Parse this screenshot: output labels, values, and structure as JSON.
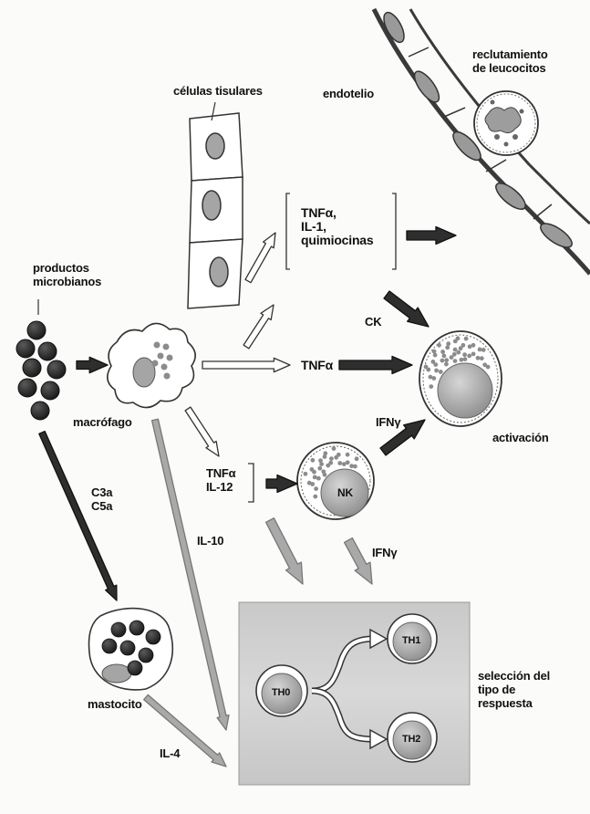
{
  "labels": {
    "celulas_tisulares": "células tisulares",
    "endotelio": "endotelio",
    "reclutamiento": "reclutamiento\nde leucocitos",
    "citocinas_group": "TNFα,\nIL-1,\nquimiocinas",
    "productos_microbianos": "productos\nmicrobianos",
    "ck": "CK",
    "tnfa_middle": "TNFα",
    "macrofago": "macrófago",
    "ifng_activation": "IFNγ",
    "activacion": "activación",
    "tnfa_il12": "TNFα\nIL-12",
    "nk": "NK",
    "c3a_c5a": "C3a\nC5a",
    "il10": "IL-10",
    "ifng_lower": "IFNγ",
    "th0": "TH0",
    "th1": "TH1",
    "th2": "TH2",
    "seleccion": "selección del\ntipo de\nrespuesta",
    "mastocito": "mastocito",
    "il4": "IL-4"
  },
  "colors": {
    "dark_arrow": "#2e2e2e",
    "gray_arrow": "#a9a9a9",
    "panel": "#cfcfcf",
    "cell_fill": "#ffffff",
    "nucleus": "#a5a5a5",
    "granule": "#8c8c8c",
    "microbe": "#2b2b2b"
  }
}
